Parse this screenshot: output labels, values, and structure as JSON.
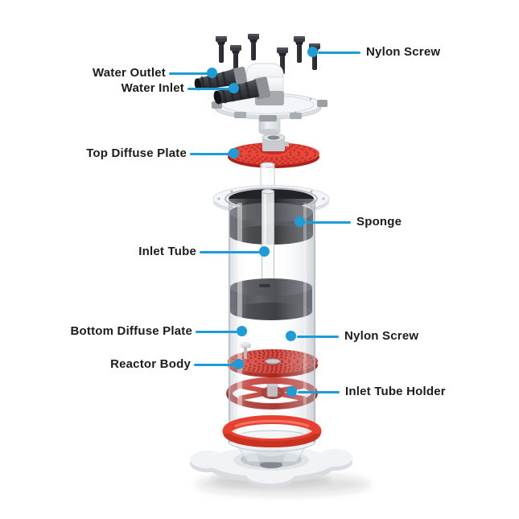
{
  "diagram": {
    "kind": "exploded-view product diagram",
    "subject": "media reactor assembly"
  },
  "colors": {
    "accent": "#1e9cd8",
    "text": "#1c1c1c",
    "background": "#ffffff",
    "red": "#e2463a",
    "red_bright": "#e8402f",
    "red_dark": "#a8241d",
    "dark_part": "#3e3f44",
    "white_part": "#f3f5f7"
  },
  "labels": [
    {
      "id": "water-outlet",
      "text": "Water Outlet",
      "side": "left"
    },
    {
      "id": "water-inlet",
      "text": "Water Inlet",
      "side": "left"
    },
    {
      "id": "nylon-screw-top",
      "text": "Nylon Screw",
      "side": "right"
    },
    {
      "id": "top-diffuse-plate",
      "text": "Top Diffuse Plate",
      "side": "left"
    },
    {
      "id": "sponge",
      "text": "Sponge",
      "side": "right"
    },
    {
      "id": "inlet-tube",
      "text": "Inlet Tube",
      "side": "left"
    },
    {
      "id": "bottom-diffuse-plate",
      "text": "Bottom Diffuse Plate",
      "side": "left"
    },
    {
      "id": "nylon-screw-mid",
      "text": "Nylon Screw",
      "side": "right"
    },
    {
      "id": "reactor-body",
      "text": "Reactor Body",
      "side": "left"
    },
    {
      "id": "inlet-tube-holder",
      "text": "Inlet Tube Holder",
      "side": "right"
    }
  ]
}
